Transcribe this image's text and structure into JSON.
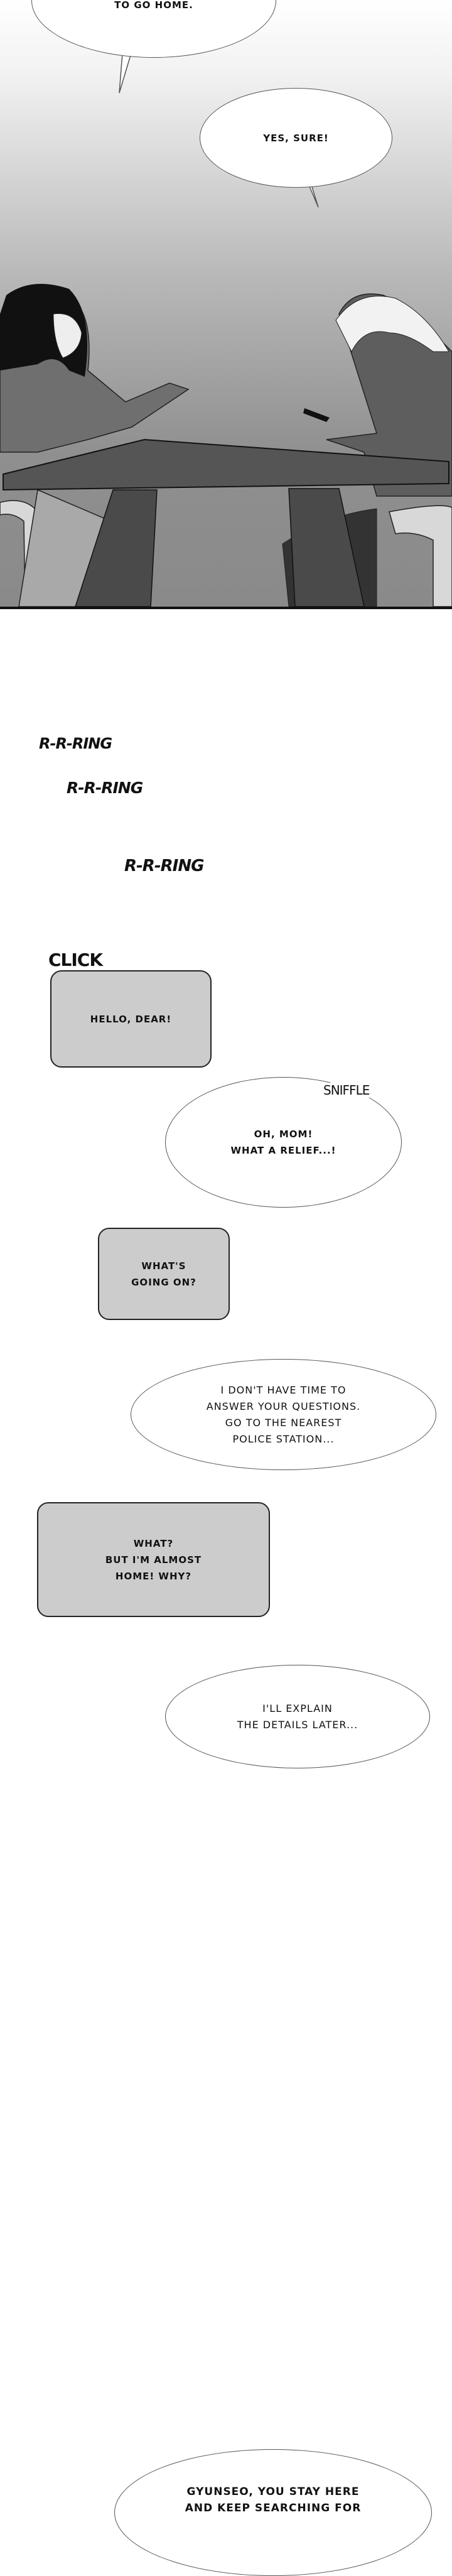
{
  "panel": {
    "bubbles": [
      {
        "text": "TO GO HOME."
      },
      {
        "text": "YES, SURE!"
      }
    ]
  },
  "sound_effects": {
    "ring1": "R-R-RING",
    "ring2": "R-R-RING",
    "ring3": "R-R-RING",
    "click": "CLICK",
    "sniffle": "SNIFFLE"
  },
  "dialogue": [
    {
      "type": "phone-box",
      "text": "HELLO, DEAR!"
    },
    {
      "type": "bubble",
      "text": "OH, MOM!\nWHAT A RELIEF...!"
    },
    {
      "type": "phone-box",
      "text": "WHAT'S\nGOING ON?"
    },
    {
      "type": "bubble",
      "text": "I DON'T HAVE TIME TO\nANSWER YOUR QUESTIONS.\nGO TO THE NEAREST\nPOLICE STATION..."
    },
    {
      "type": "phone-box",
      "text": "WHAT?\nBUT I'M ALMOST\nHOME! WHY?"
    },
    {
      "type": "bubble",
      "text": "I'LL EXPLAIN\nTHE DETAILS LATER..."
    },
    {
      "type": "bubble",
      "text": "GYUNSEO, YOU STAY HERE\nAND KEEP SEARCHING FOR"
    }
  ],
  "colors": {
    "phone_box": "#cccccc",
    "ink": "#111111"
  }
}
